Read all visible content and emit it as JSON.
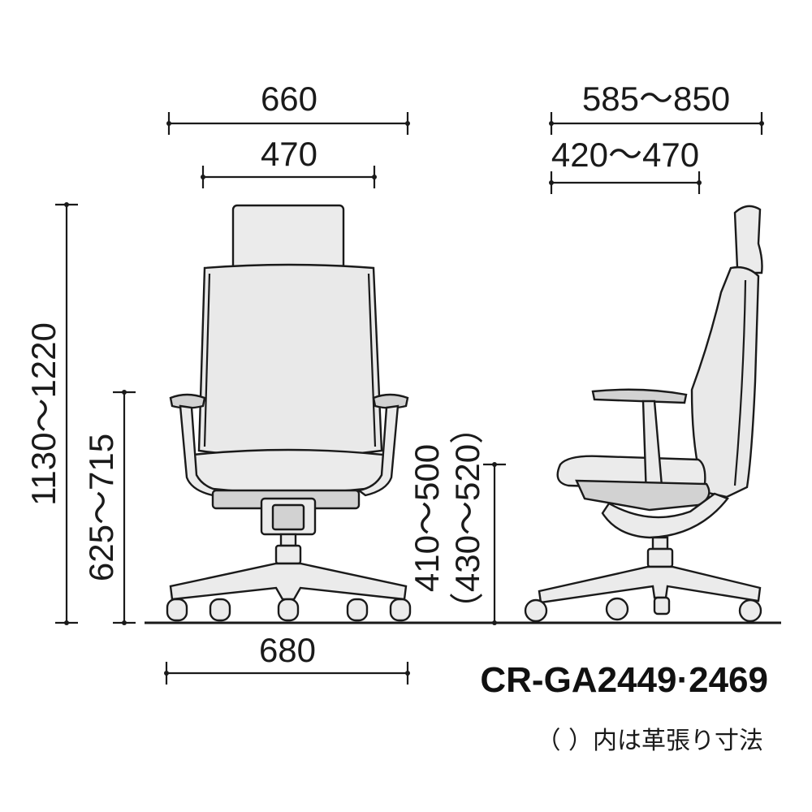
{
  "model": "CR-GA2449·2469",
  "note": "（ ）内は革張り寸法",
  "dimensions": {
    "front_total_width": "660",
    "front_seat_width": "470",
    "base_width": "680",
    "total_height": "1130〜1220",
    "armrest_height": "625〜715",
    "side_total_depth": "585〜850",
    "side_seat_depth": "420〜470",
    "seat_height": "410〜500",
    "seat_height_leather": "（430〜520）"
  }
}
